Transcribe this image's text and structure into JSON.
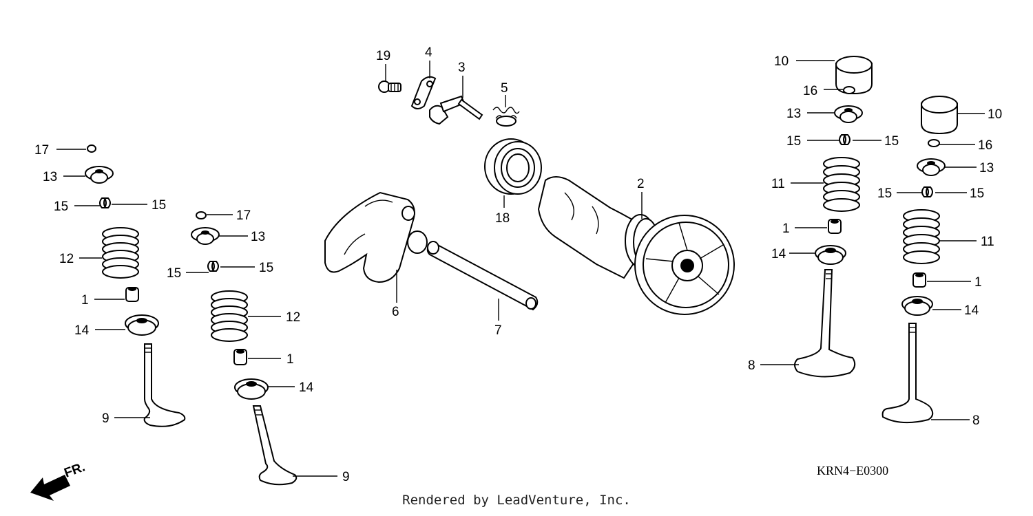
{
  "credit": "Rendered by LeadVenture, Inc.",
  "diagram_code": "KRN4−E0300",
  "direction_label": "FR.",
  "callouts": [
    {
      "id": "l-17a",
      "text": "17"
    },
    {
      "id": "l-13a",
      "text": "13"
    },
    {
      "id": "l-15a",
      "text": "15"
    },
    {
      "id": "l-15b",
      "text": "15"
    },
    {
      "id": "l-12a",
      "text": "12"
    },
    {
      "id": "l-1a",
      "text": "1"
    },
    {
      "id": "l-14a",
      "text": "14"
    },
    {
      "id": "l-9a",
      "text": "9"
    },
    {
      "id": "l-17b",
      "text": "17"
    },
    {
      "id": "l-13b",
      "text": "13"
    },
    {
      "id": "l-15c",
      "text": "15"
    },
    {
      "id": "l-15d",
      "text": "15"
    },
    {
      "id": "l-12b",
      "text": "12"
    },
    {
      "id": "l-1b",
      "text": "1"
    },
    {
      "id": "l-14b",
      "text": "14"
    },
    {
      "id": "l-9b",
      "text": "9"
    },
    {
      "id": "l-19",
      "text": "19"
    },
    {
      "id": "l-4",
      "text": "4"
    },
    {
      "id": "l-3",
      "text": "3"
    },
    {
      "id": "l-5",
      "text": "5"
    },
    {
      "id": "l-18",
      "text": "18"
    },
    {
      "id": "l-2",
      "text": "2"
    },
    {
      "id": "l-6",
      "text": "6"
    },
    {
      "id": "l-7",
      "text": "7"
    },
    {
      "id": "l-10a",
      "text": "10"
    },
    {
      "id": "l-16a",
      "text": "16"
    },
    {
      "id": "l-13c",
      "text": "13"
    },
    {
      "id": "l-15e",
      "text": "15"
    },
    {
      "id": "l-15f",
      "text": "15"
    },
    {
      "id": "l-11a",
      "text": "11"
    },
    {
      "id": "l-1c",
      "text": "1"
    },
    {
      "id": "l-14c",
      "text": "14"
    },
    {
      "id": "l-8a",
      "text": "8"
    },
    {
      "id": "l-10b",
      "text": "10"
    },
    {
      "id": "l-16b",
      "text": "16"
    },
    {
      "id": "l-13d",
      "text": "13"
    },
    {
      "id": "l-15g",
      "text": "15"
    },
    {
      "id": "l-15h",
      "text": "15"
    },
    {
      "id": "l-11b",
      "text": "11"
    },
    {
      "id": "l-1d",
      "text": "1"
    },
    {
      "id": "l-14d",
      "text": "14"
    },
    {
      "id": "l-8b",
      "text": "8"
    }
  ]
}
